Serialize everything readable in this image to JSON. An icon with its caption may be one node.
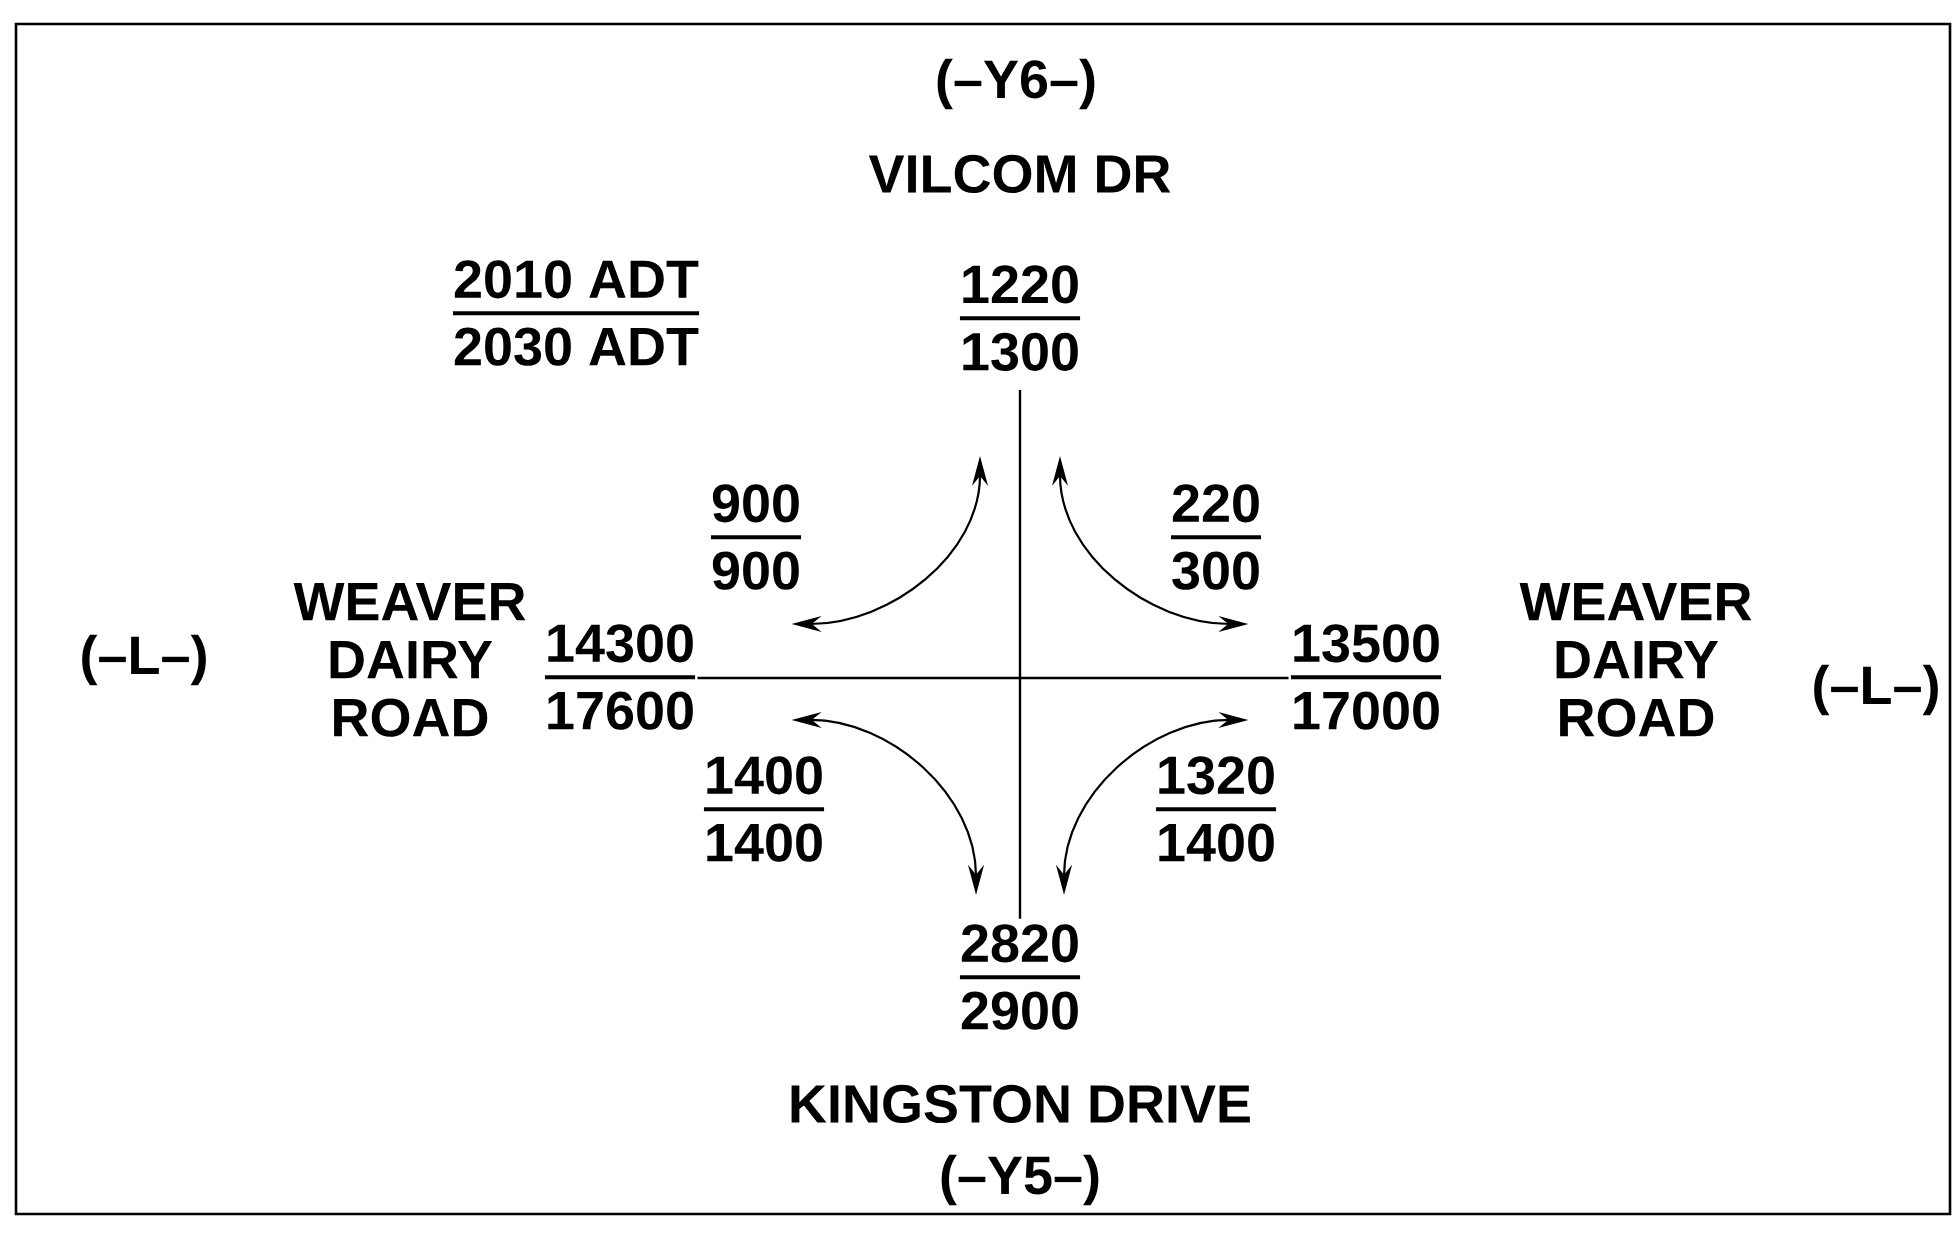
{
  "diagram": {
    "nodes": [
      {
        "text": [
          "1220",
          "1300"
        ],
        "beside": [
          "VILCOM DR",
          "(–Y6–)"
        ]
      },
      {
        "text": [
          "14300",
          "17600"
        ],
        "beside": [
          "WEAVER DAIRY ROAD",
          "(–L–)"
        ]
      },
      {
        "text": [
          "13500",
          "17000"
        ],
        "beside": [
          "WEAVER DAIRY ROAD",
          "(–L–)"
        ]
      },
      {
        "text": [
          "2820",
          "2900"
        ],
        "beside": [
          "KINGSTON DRIVE",
          "(–Y5–)"
        ]
      }
    ],
    "edges": [
      {
        "from": 1,
        "to": 0,
        "arrow": "both"
      },
      {
        "from": 0,
        "to": 2,
        "arrow": "both"
      },
      {
        "from": 1,
        "to": 3,
        "arrow": "both"
      },
      {
        "from": 3,
        "to": 2,
        "arrow": "both"
      },
      {
        "from": 0,
        "to": 3,
        "arrow": "none"
      },
      {
        "from": 1,
        "to": 2,
        "arrow": "none"
      }
    ],
    "labels": [
      "2010 ADT",
      "2030 ADT",
      "900",
      "900",
      "220",
      "300",
      "1400",
      "1400",
      "1320",
      "1400"
    ]
  }
}
